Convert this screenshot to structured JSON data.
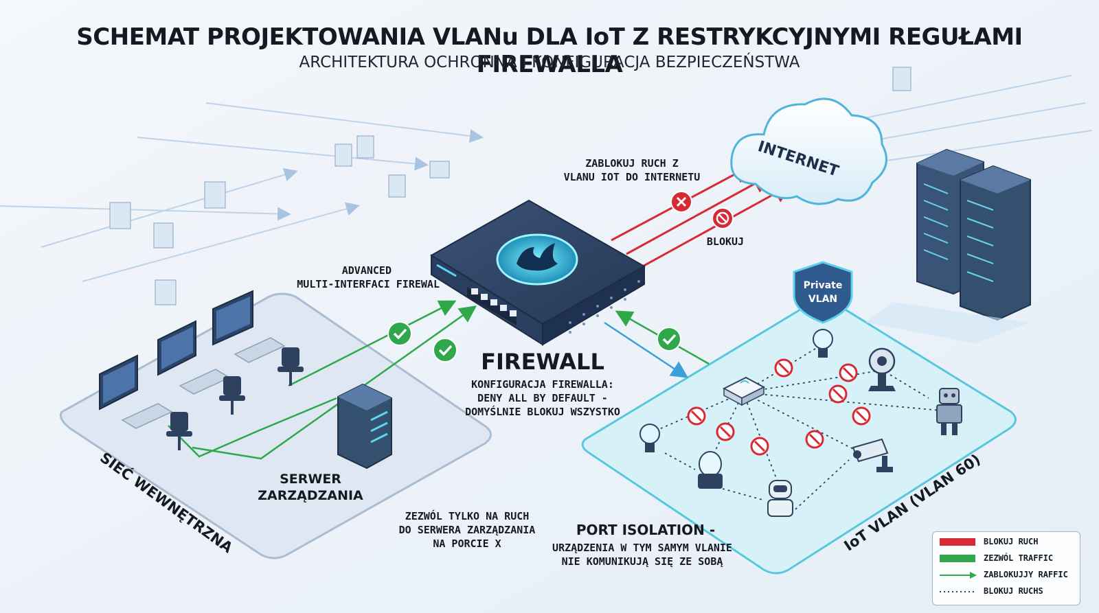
{
  "title": "SCHEMAT PROJEKTOWANIA VLANu DLA IoT Z RESTRYKCYJNYMI REGUŁAMI FIREWALLA",
  "subtitle": "ARCHITEKTURA OCHRONNA I KONFIGURACJA BEZPIECZEŃSTWA",
  "internet": {
    "label": "INTERNET"
  },
  "block_internet": {
    "line1": "ZABLOKUJ RUCH Z",
    "line2": "VLANU IOT DO INTERNETU"
  },
  "block_label": "BLOKUJ",
  "firewall_device": {
    "line1": "ADVANCED",
    "line2": "MULTI-INTERFACI FIREWAL"
  },
  "firewall": {
    "title": "FIREWALL",
    "config1": "KONFIGURACJA FIREWALLA:",
    "config2": "DENY ALL BY DEFAULT -",
    "config3": "DOMYŚLNIE BLOKUJ WSZYSTKO"
  },
  "private_vlan": {
    "line1": "Private",
    "line2": "VLAN"
  },
  "internal_net": {
    "label": "SIEĆ WEWNĘTRZNA"
  },
  "mgmt_server": {
    "line1": "SERWER",
    "line2": "ZARZĄDZANIA"
  },
  "allow_mgmt": {
    "line1": "ZEZWÓL TYLKO NA RUCH",
    "line2": "DO SERWERA ZARZĄDZANIA",
    "line3": "NA PORCIE X"
  },
  "port_isolation": {
    "title": "PORT ISOLATION -",
    "line1": "URZĄDZENIA W TYM SAMYM VLANIE",
    "line2": "NIE KOMUNIKUJĄ SIĘ ZE SOBĄ"
  },
  "iot_vlan": {
    "label": "IoT VLAN (VLAN 60)"
  },
  "legend": [
    {
      "label": "BLOKUJ RUCH",
      "kind": "red"
    },
    {
      "label": "ZEZWÓL TRAFFIC",
      "kind": "green"
    },
    {
      "label": "ZABLOKUJJY RAFFIC",
      "kind": "arrow"
    },
    {
      "label": "BLOKUJ RUCHS",
      "kind": "dotted"
    }
  ],
  "colors": {
    "block": "#d62b36",
    "allow": "#2ea84a",
    "accent": "#33c3e6",
    "device": "#2e4260"
  },
  "icons": [
    "cloud-icon",
    "firewall-flame-icon",
    "shield-icon",
    "server-rack-icon",
    "monitor-icon",
    "office-chair-icon",
    "iot-hub-icon",
    "light-bulb-icon",
    "webcam-icon",
    "robot-icon",
    "security-camera-icon",
    "sensor-icon",
    "no-entry-icon",
    "check-icon",
    "block-x-icon",
    "document-icon"
  ]
}
